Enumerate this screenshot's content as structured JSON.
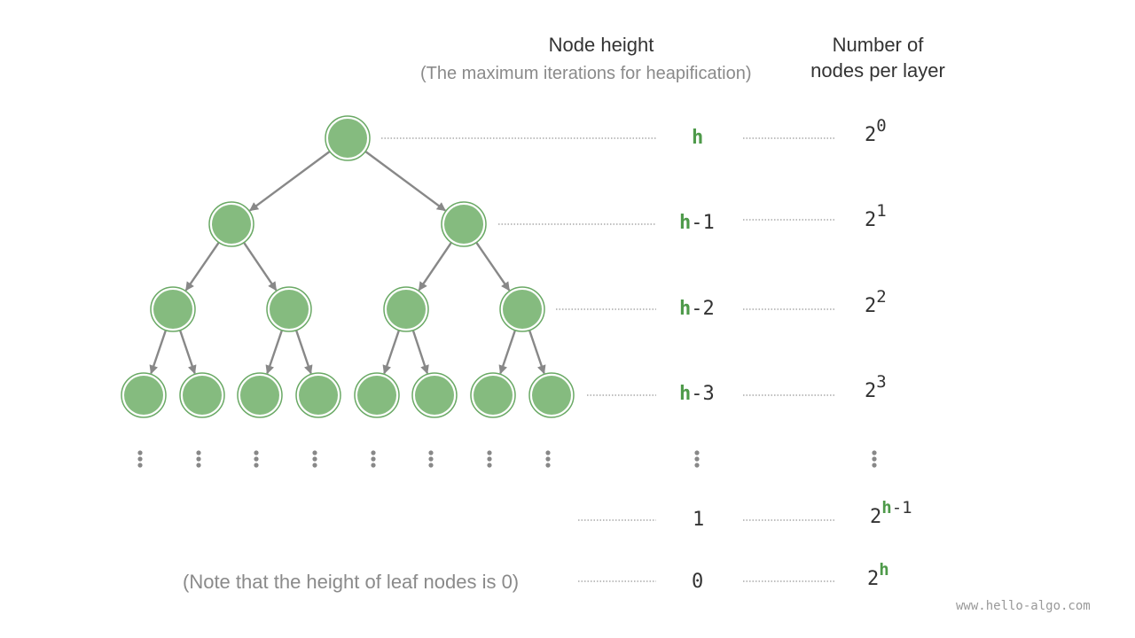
{
  "header": {
    "node_height_title": "Node height",
    "node_height_subtitle": "(The maximum iterations for heapification)",
    "nodes_per_layer_title_line1": "Number of",
    "nodes_per_layer_title_line2": "nodes per layer"
  },
  "levels": [
    {
      "h_base": "h",
      "h_suffix": "",
      "count_base": "2",
      "count_exp": "0"
    },
    {
      "h_base": "h",
      "h_suffix": "-1",
      "count_base": "2",
      "count_exp": "1"
    },
    {
      "h_base": "h",
      "h_suffix": "-2",
      "count_base": "2",
      "count_exp": "2"
    },
    {
      "h_base": "h",
      "h_suffix": "-3",
      "count_base": "2",
      "count_exp": "3"
    }
  ],
  "bottom_rows": [
    {
      "height": "1",
      "count_base": "2",
      "count_exp_var": "h",
      "count_exp_rest": "-1"
    },
    {
      "height": "0",
      "count_base": "2",
      "count_exp_var": "h",
      "count_exp_rest": ""
    }
  ],
  "note": "(Note that the height of leaf nodes is 0)",
  "watermark": "www.hello-algo.com",
  "colors": {
    "node_fill": "#85bb7f",
    "node_ring": "#6aa965",
    "edge": "#888888",
    "dotted_line": "#aaaaaa",
    "accent_green": "#4e9a4a"
  }
}
